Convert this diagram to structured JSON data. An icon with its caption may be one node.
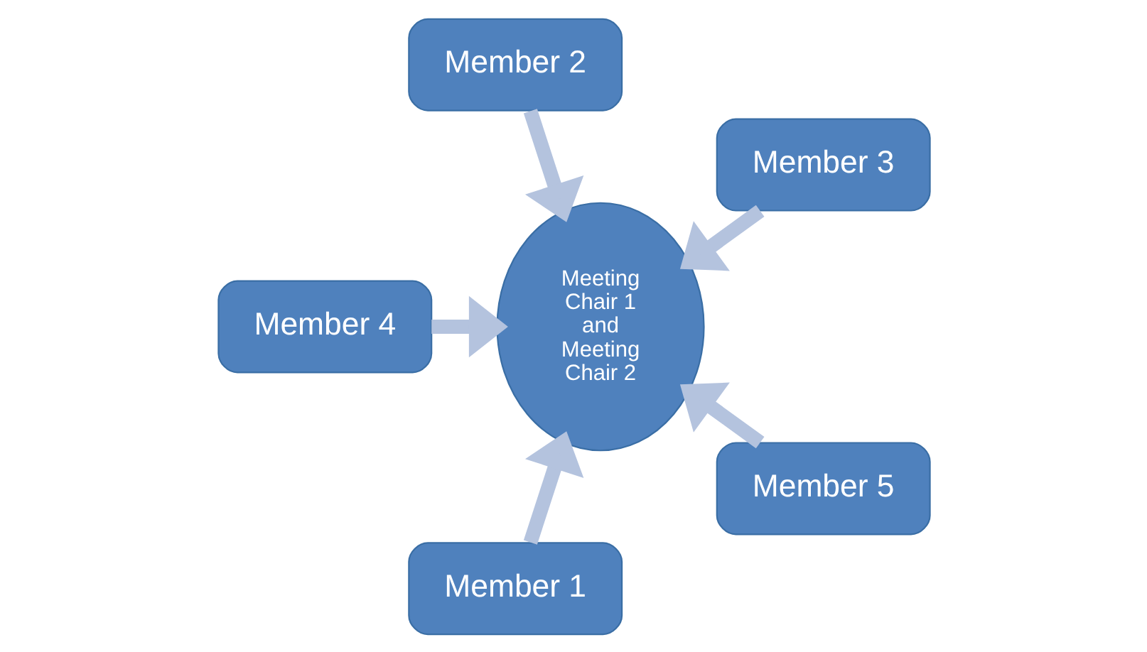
{
  "diagram": {
    "nodes": [
      {
        "text": [
          "Member 3"
        ]
      },
      {
        "text": [
          "Member 2"
        ]
      },
      {
        "text": [
          "Member 4"
        ]
      },
      {
        "text": [
          "Meeting Chair 1 and Meeting Chair 2"
        ]
      },
      {
        "text": [
          "Member 1"
        ]
      },
      {
        "text": [
          "Member 5"
        ]
      }
    ],
    "edges": [
      {
        "from": 0,
        "to": 3,
        "arrow": "to"
      },
      {
        "from": 1,
        "to": 3,
        "arrow": "to"
      },
      {
        "from": 2,
        "to": 3,
        "arrow": "to"
      },
      {
        "from": 4,
        "to": 3,
        "arrow": "to"
      },
      {
        "from": 5,
        "to": 3,
        "arrow": "to"
      }
    ]
  }
}
